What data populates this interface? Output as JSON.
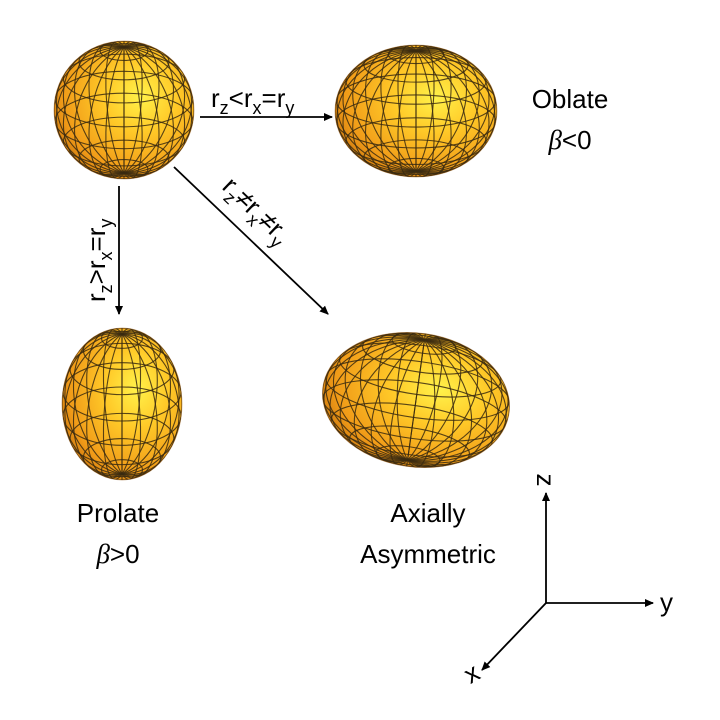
{
  "transitions": {
    "oblate": {
      "r1": "r",
      "s1": "z",
      "op1": "<",
      "r2": "r",
      "s2": "x",
      "op2": "=",
      "r3": "r",
      "s3": "y"
    },
    "prolate": {
      "r1": "r",
      "s1": "z",
      "op1": ">",
      "r2": "r",
      "s2": "x",
      "op2": "=",
      "r3": "r",
      "s3": "y"
    },
    "triaxial": {
      "r1": "r",
      "s1": "z",
      "op1": "≠",
      "r2": "r",
      "s2": "x",
      "op2": "≠",
      "r3": "r",
      "s3": "y"
    }
  },
  "shapes": {
    "oblate": {
      "name": "Oblate",
      "beta": "β",
      "cond": "<0"
    },
    "prolate": {
      "name": "Prolate",
      "beta": "β",
      "cond": ">0"
    },
    "triaxial": {
      "line1": "Axially",
      "line2": "Asymmetric"
    }
  },
  "axes": {
    "z": "z",
    "y": "y",
    "x": "x"
  },
  "colors": {
    "surface_light": "#ffd84a",
    "surface_mid": "#f5a81e",
    "surface_dark": "#a35a08",
    "grid": "#3a2a10"
  }
}
